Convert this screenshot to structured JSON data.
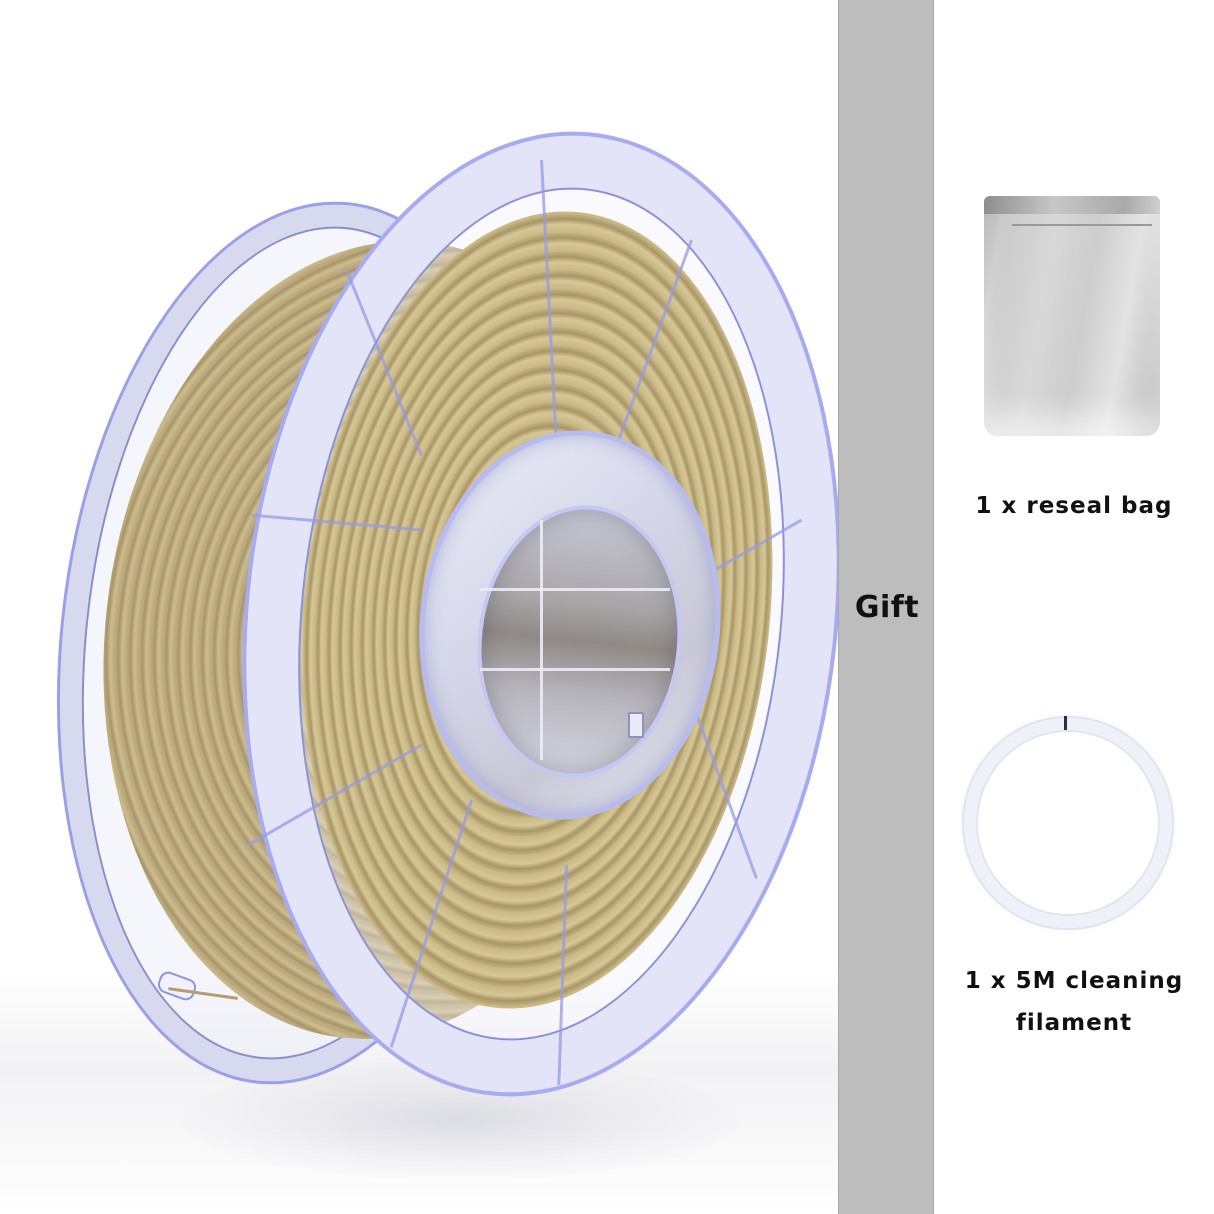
{
  "product_image": {
    "subject": "filament-spool",
    "filament_color": "#c2b07f",
    "spool_rim_color": "#a7abef"
  },
  "gift_band": {
    "label": "Gift",
    "background": "#bdbdbd"
  },
  "gifts": [
    {
      "icon": "reseal-bag-icon",
      "label": "1 x reseal bag"
    },
    {
      "icon": "cleaning-filament-icon",
      "label_line1": "1 x 5M cleaning",
      "label_line2": "filament"
    }
  ]
}
